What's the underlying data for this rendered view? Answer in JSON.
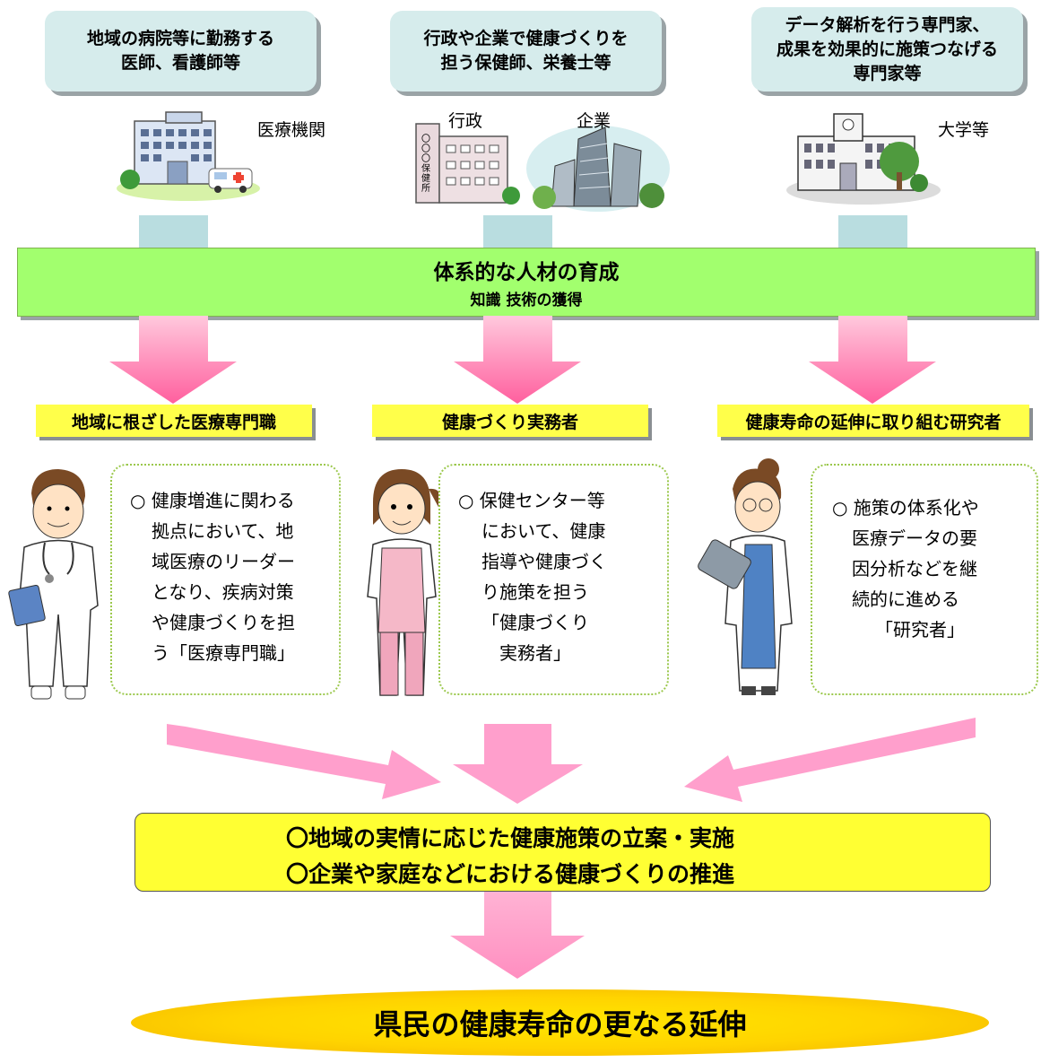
{
  "top_boxes": [
    {
      "line1": "地域の病院等に勤務する",
      "line2": "医師、看護師等",
      "line3": ""
    },
    {
      "line1": "行政や企業で健康づくりを",
      "line2": "担う保健師、栄養士等",
      "line3": ""
    },
    {
      "line1": "データ解析を行う専門家、",
      "line2": "成果を効果的に施策つなげる",
      "line3": "専門家等"
    }
  ],
  "institutions": {
    "hospital": "医療機関",
    "government": "行政",
    "company": "企業",
    "university": "大学等",
    "gov_sign": "〇〇〇保健所"
  },
  "training": {
    "title": "体系的な人材の育成",
    "subtitle": "知識 技術の獲得"
  },
  "roles": [
    {
      "label": "地域に根ざした医療専門職",
      "desc": [
        "○ 健康増進に関わる",
        "拠点において、地",
        "域医療のリーダー",
        "となり、疾病対策",
        "や健康づくりを担",
        "う「医療専門職」"
      ]
    },
    {
      "label": "健康づくり実務者",
      "desc": [
        "○ 保健センター等",
        "において、健康",
        "指導や健康づく",
        "り施策を担う",
        "「健康づくり",
        "実務者」"
      ]
    },
    {
      "label": "健康寿命の延伸に取り組む研究者",
      "desc": [
        "○ 施策の体系化や",
        "医療データの要",
        "因分析などを継",
        "続的に進める",
        "「研究者」"
      ]
    }
  ],
  "outcomes": [
    "〇地域の実情に応じた健康施策の立案・実施",
    "〇企業や家庭などにおける健康づくりの推進"
  ],
  "goal": "県民の健康寿命の更なる延伸",
  "colors": {
    "top_box": "#d6ecec",
    "green_bar": "#a2ff6e",
    "role_label": "#ffff4a",
    "outcome_box": "#ffff33",
    "arrow_pink": "#ff8ab8",
    "goal_ellipse": "#ffd300"
  }
}
